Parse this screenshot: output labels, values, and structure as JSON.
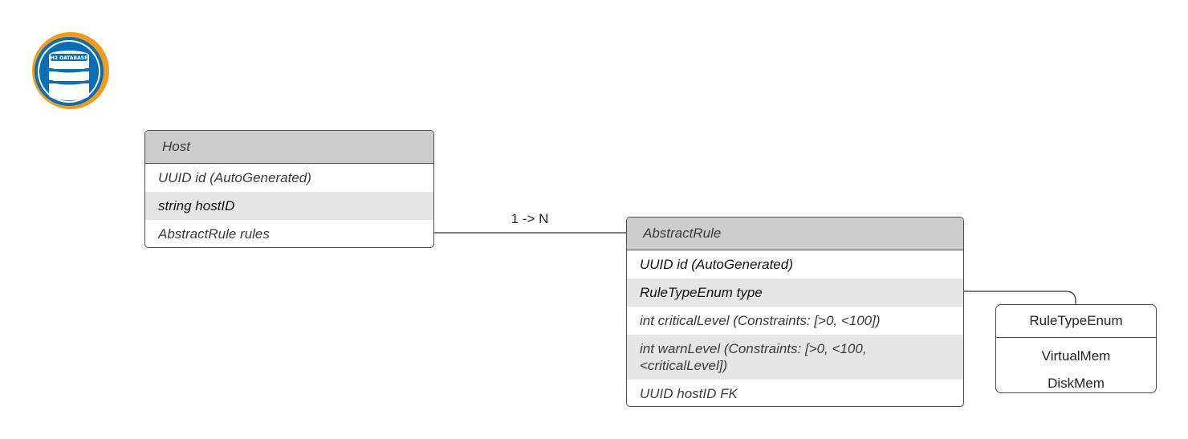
{
  "logo": {
    "text": "H2 DATABASE",
    "colors": {
      "ring": "#f39a1e",
      "disc": "#0a6eb3"
    }
  },
  "host": {
    "title": "Host",
    "fields": [
      "UUID id (AutoGenerated)",
      "string hostID",
      "AbstractRule rules"
    ]
  },
  "abstract_rule": {
    "title": "AbstractRule",
    "fields": [
      "UUID id (AutoGenerated)",
      "RuleTypeEnum type",
      "int criticalLevel (Constraints: [>0, <100])",
      "int warnLevel (Constraints: [>0, <100, <criticalLevel])",
      "UUID hostID FK"
    ]
  },
  "rule_type_enum": {
    "title": "RuleTypeEnum",
    "values": [
      "VirtualMem",
      "DiskMem"
    ]
  },
  "relation": {
    "label": "1 -> N"
  }
}
